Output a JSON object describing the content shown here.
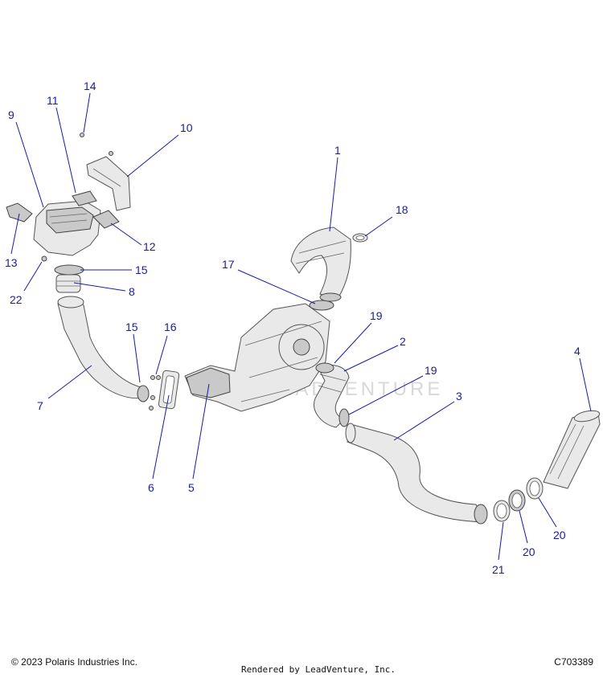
{
  "watermark": "LEADVENTURE",
  "callouts": [
    {
      "id": "1",
      "label": "1"
    },
    {
      "id": "2",
      "label": "2"
    },
    {
      "id": "3",
      "label": "3"
    },
    {
      "id": "4",
      "label": "4"
    },
    {
      "id": "5",
      "label": "5"
    },
    {
      "id": "6",
      "label": "6"
    },
    {
      "id": "7",
      "label": "7"
    },
    {
      "id": "8",
      "label": "8"
    },
    {
      "id": "9",
      "label": "9"
    },
    {
      "id": "10",
      "label": "10"
    },
    {
      "id": "11",
      "label": "11"
    },
    {
      "id": "12",
      "label": "12"
    },
    {
      "id": "13",
      "label": "13"
    },
    {
      "id": "14",
      "label": "14"
    },
    {
      "id": "15a",
      "label": "15"
    },
    {
      "id": "15b",
      "label": "15"
    },
    {
      "id": "16",
      "label": "16"
    },
    {
      "id": "17",
      "label": "17"
    },
    {
      "id": "18",
      "label": "18"
    },
    {
      "id": "19a",
      "label": "19"
    },
    {
      "id": "19b",
      "label": "19"
    },
    {
      "id": "20a",
      "label": "20"
    },
    {
      "id": "20b",
      "label": "20"
    },
    {
      "id": "21",
      "label": "21"
    },
    {
      "id": "22",
      "label": "22"
    }
  ],
  "footer": {
    "copyright": "© 2023 Polaris Industries Inc.",
    "rendered_by": "Rendered by LeadVenture, Inc.",
    "reference": "C703389"
  }
}
